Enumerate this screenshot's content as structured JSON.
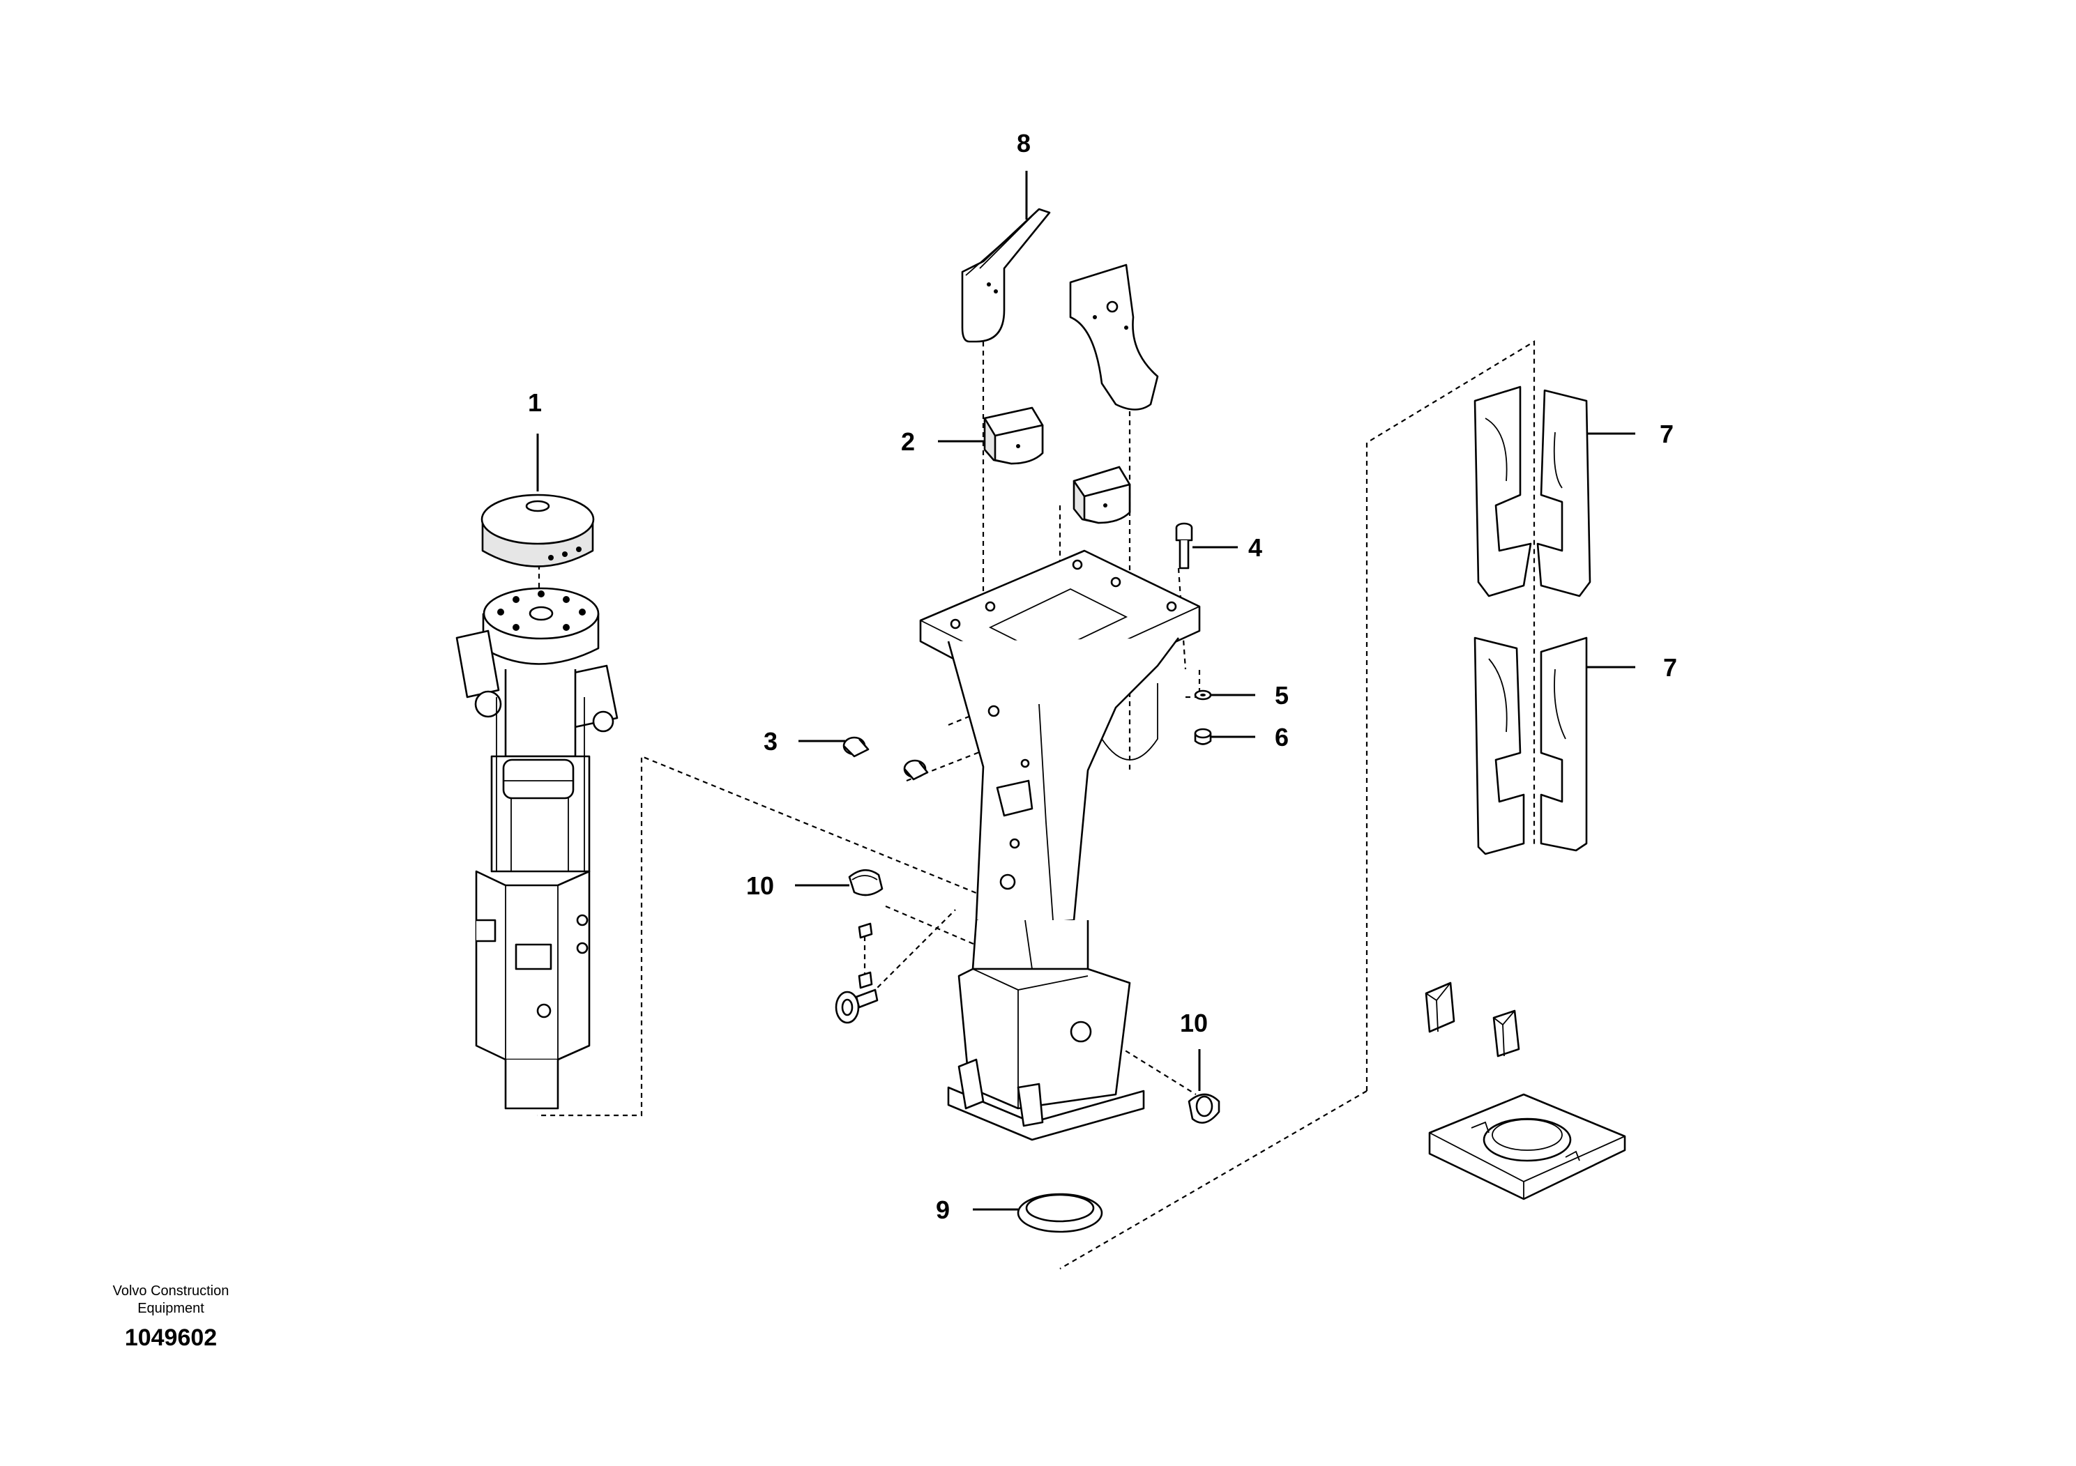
{
  "callouts": [
    {
      "id": "c1",
      "label": "1"
    },
    {
      "id": "c2",
      "label": "2"
    },
    {
      "id": "c3",
      "label": "3"
    },
    {
      "id": "c4",
      "label": "4"
    },
    {
      "id": "c5",
      "label": "5"
    },
    {
      "id": "c6",
      "label": "6"
    },
    {
      "id": "c7a",
      "label": "7"
    },
    {
      "id": "c7b",
      "label": "7"
    },
    {
      "id": "c8",
      "label": "8"
    },
    {
      "id": "c9",
      "label": "9"
    },
    {
      "id": "c10a",
      "label": "10"
    },
    {
      "id": "c10b",
      "label": "10"
    }
  ],
  "caption": {
    "line1": "Volvo Construction",
    "line2": "Equipment",
    "drawing_number": "1049602"
  }
}
